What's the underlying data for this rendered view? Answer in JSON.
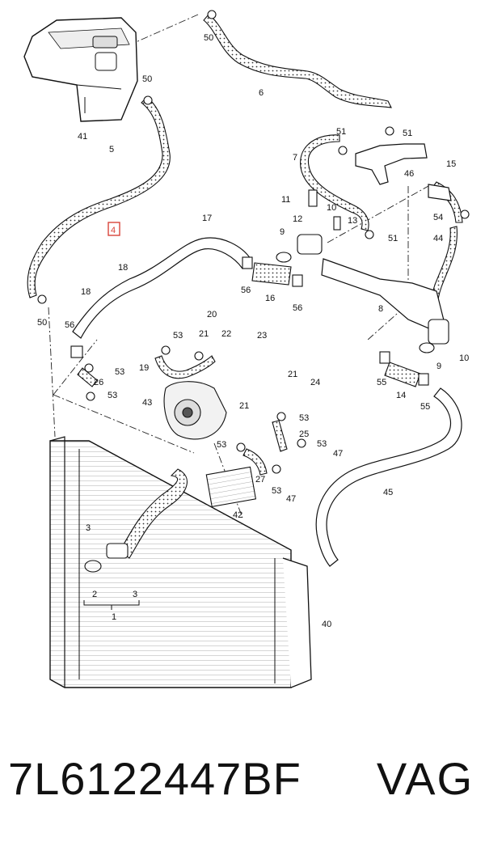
{
  "callouts": {
    "c50a": "50",
    "c6": "6",
    "c50b": "50",
    "c41": "41",
    "c5": "5",
    "c4": "4",
    "c50c": "50",
    "c18a": "18",
    "c18b": "18",
    "c17": "17",
    "c56a": "56",
    "c16": "16",
    "c56b": "56",
    "c9a": "9",
    "c11": "11",
    "c12": "12",
    "c10a": "10",
    "c13": "13",
    "c51a": "51",
    "c51b": "51",
    "c51c": "51",
    "c7": "7",
    "c46": "46",
    "c15": "15",
    "c54": "54",
    "c44": "44",
    "c8": "8",
    "c10b": "10",
    "c9b": "9",
    "c55a": "55",
    "c14": "14",
    "c55b": "55",
    "c56c": "56",
    "c53a": "53",
    "c26": "26",
    "c53b": "53",
    "c20": "20",
    "c53c": "53",
    "c21a": "21",
    "c22": "22",
    "c23": "23",
    "c19": "19",
    "c21b": "21",
    "c24": "24",
    "c43": "43",
    "c21c": "21",
    "c53d": "53",
    "c25": "25",
    "c53e": "53",
    "c47a": "47",
    "c53f": "53",
    "c27": "27",
    "c53g": "53",
    "c47b": "47",
    "c45": "45",
    "c42": "42",
    "c3a": "3",
    "c2": "2",
    "c3b": "3",
    "c1": "1",
    "c40": "40"
  },
  "highlight_color": "#d9443a",
  "footer": {
    "part_number": "7L6122447BF",
    "brand": "VAG"
  }
}
